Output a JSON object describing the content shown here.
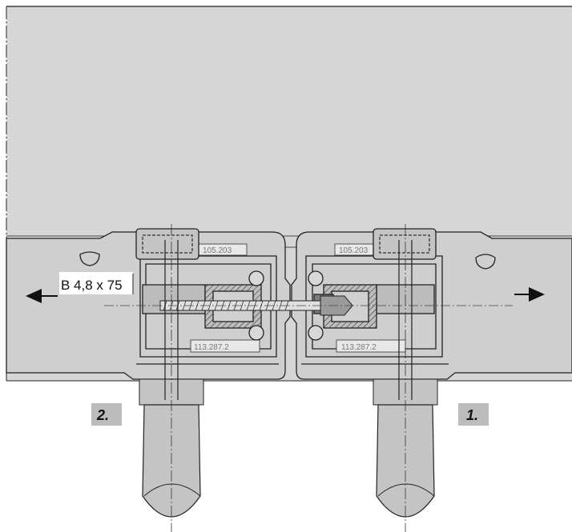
{
  "labels": {
    "screw_spec": "B 4,8 x 75",
    "left_profile_top": "105.203",
    "right_profile_top": "105.203",
    "left_profile_bottom": "113.287.2",
    "right_profile_bottom": "113.287.2",
    "step_left": "2.",
    "step_right": "1."
  },
  "colors": {
    "panel_fill": "#d6d6d6",
    "part_fill": "#c4c4c4",
    "dark_part": "#7d7d7d",
    "step_badge": "#bcbcbc",
    "line": "#1e1e1e"
  },
  "icons": {
    "left_arrow": "arrow-left-icon",
    "right_arrow": "arrow-right-icon",
    "screwdriver": "screwdriver-icon"
  }
}
